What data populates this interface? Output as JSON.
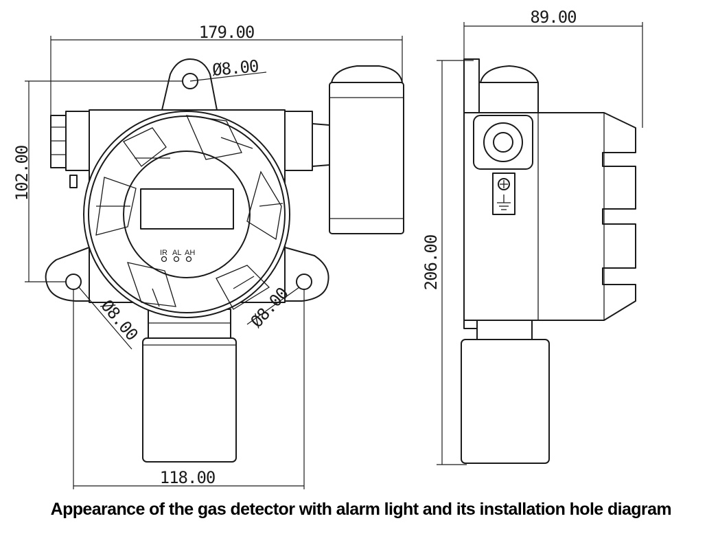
{
  "dimensions": {
    "overall_width": "179.00",
    "side_width": "89.00",
    "top_hole_dia": "Ø8.00",
    "left_hole_dia": "Ø8.00",
    "right_hole_dia": "Ø8.00",
    "hole_vertical": "102.00",
    "overall_height": "206.00",
    "hole_spacing": "118.00"
  },
  "indicators": {
    "ir": "IR",
    "al": "AL",
    "ah": "AH"
  },
  "caption": "Appearance of the gas detector with alarm light and its installation hole diagram"
}
